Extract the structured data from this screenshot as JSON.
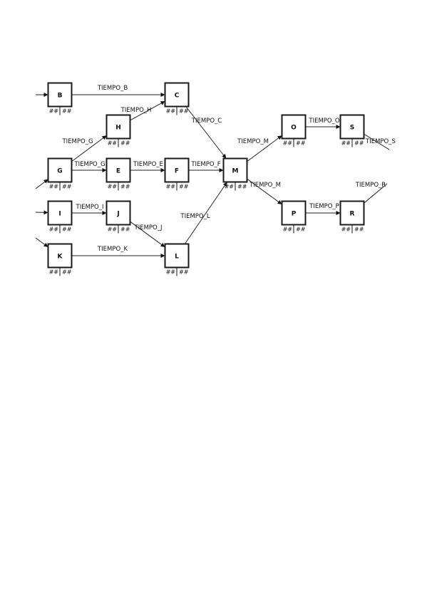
{
  "nodes": [
    {
      "id": "B",
      "label": "B",
      "early": "##",
      "late": "##"
    },
    {
      "id": "C",
      "label": "C",
      "early": "##",
      "late": "##"
    },
    {
      "id": "H",
      "label": "H",
      "early": "##",
      "late": "##"
    },
    {
      "id": "G",
      "label": "G",
      "early": "##",
      "late": "##"
    },
    {
      "id": "E",
      "label": "E",
      "early": "##",
      "late": "##"
    },
    {
      "id": "F",
      "label": "F",
      "early": "##",
      "late": "##"
    },
    {
      "id": "M",
      "label": "M",
      "early": "##",
      "late": "##"
    },
    {
      "id": "O",
      "label": "O",
      "early": "##",
      "late": "##"
    },
    {
      "id": "S",
      "label": "S",
      "early": "##",
      "late": "##"
    },
    {
      "id": "I",
      "label": "I",
      "early": "##",
      "late": "##"
    },
    {
      "id": "J",
      "label": "J",
      "early": "##",
      "late": "##"
    },
    {
      "id": "P",
      "label": "P",
      "early": "##",
      "late": "##"
    },
    {
      "id": "R",
      "label": "R",
      "early": "##",
      "late": "##"
    },
    {
      "id": "K",
      "label": "K",
      "early": "##",
      "late": "##"
    },
    {
      "id": "L",
      "label": "L",
      "early": "##",
      "late": "##"
    }
  ],
  "edges": [
    {
      "from": "",
      "to": "B",
      "label": ""
    },
    {
      "from": "",
      "to": "G",
      "label": ""
    },
    {
      "from": "",
      "to": "I",
      "label": ""
    },
    {
      "from": "",
      "to": "K",
      "label": ""
    },
    {
      "from": "B",
      "to": "C",
      "label": "TIEMPO_B"
    },
    {
      "from": "H",
      "to": "C",
      "label": "TIEMPO_H"
    },
    {
      "from": "G",
      "to": "H",
      "label": "TIEMPO_G"
    },
    {
      "from": "G",
      "to": "E",
      "label": "TIEMPO_G"
    },
    {
      "from": "E",
      "to": "F",
      "label": "TIEMPO_E"
    },
    {
      "from": "F",
      "to": "M",
      "label": "TIEMPO_F"
    },
    {
      "from": "C",
      "to": "M",
      "label": "TIEMPO_C"
    },
    {
      "from": "L",
      "to": "M",
      "label": "TIEMPO_L"
    },
    {
      "from": "I",
      "to": "J",
      "label": "TIEMPO_I"
    },
    {
      "from": "J",
      "to": "L",
      "label": "TIEMPO_J"
    },
    {
      "from": "K",
      "to": "L",
      "label": "TIEMPO_K"
    },
    {
      "from": "M",
      "to": "O",
      "label": "TIEMPO_M"
    },
    {
      "from": "M",
      "to": "P",
      "label": "TIEMPO_M"
    },
    {
      "from": "O",
      "to": "S",
      "label": "TIEMPO_O"
    },
    {
      "from": "P",
      "to": "R",
      "label": "TIEMPO_P"
    },
    {
      "from": "S",
      "to": "",
      "label": "TIEMPO_S"
    },
    {
      "from": "R",
      "to": "",
      "label": "TIEMPO_R"
    }
  ]
}
